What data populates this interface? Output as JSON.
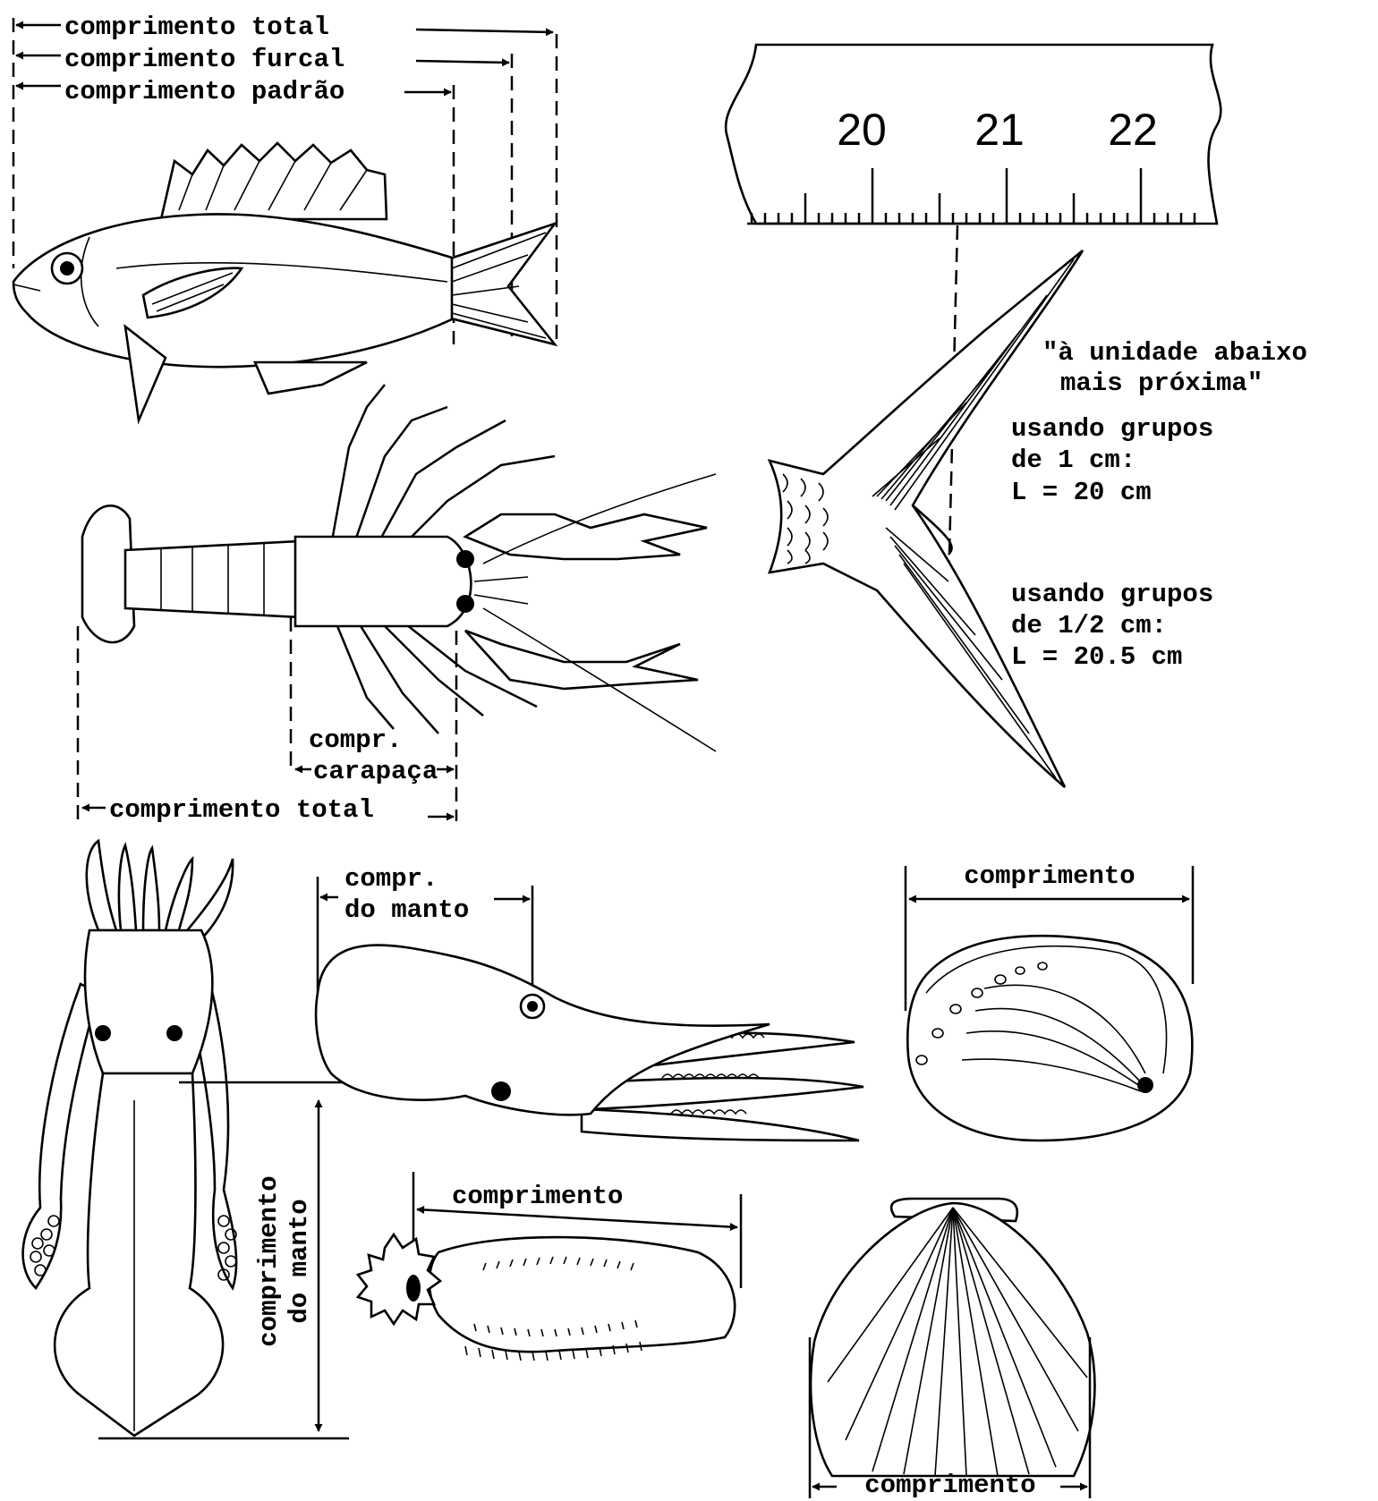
{
  "fish": {
    "total_length": "comprimento total",
    "fork_length": "comprimento furcal",
    "standard_length": "comprimento padrão"
  },
  "ruler": {
    "ticks": [
      "20",
      "21",
      "22"
    ]
  },
  "tail_notes": {
    "quote_line1": "\"à unidade abaixo",
    "quote_line2": "mais próxima\"",
    "group1_line1": "usando grupos",
    "group1_line2": "de 1 cm:",
    "group1_line3": "L = 20 cm",
    "group2_line1": "usando grupos",
    "group2_line2": "de 1/2 cm:",
    "group2_line3": "L = 20.5 cm"
  },
  "lobster": {
    "carapace_line1": "compr.",
    "carapace_line2": "carapaça",
    "total_length": "comprimento total"
  },
  "squid": {
    "mantle_line1": "comprimento",
    "mantle_line2": "do manto"
  },
  "octopus": {
    "mantle_line1": "compr.",
    "mantle_line2": "do manto"
  },
  "abalone": {
    "length": "comprimento"
  },
  "sea_cucumber": {
    "length": "comprimento"
  },
  "scallop": {
    "length": "comprimento"
  }
}
